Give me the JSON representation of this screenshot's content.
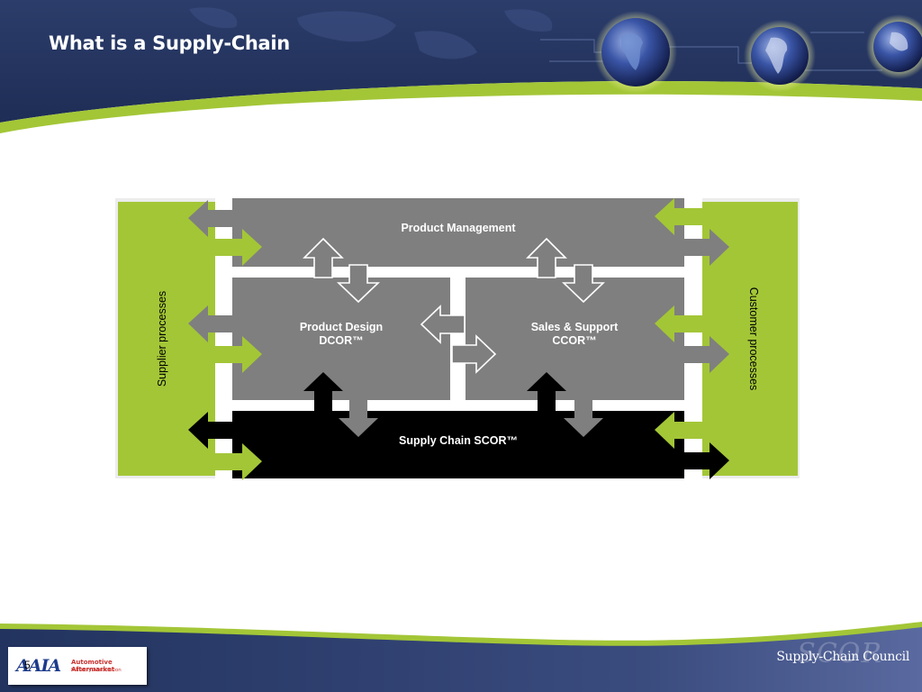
{
  "slide": {
    "title": "What is a Supply-Chain",
    "page_number": "5"
  },
  "diagram": {
    "top_box": "Product Management",
    "left_box_line1": "Product Design",
    "left_box_line2": "DCOR™",
    "right_box_line1": "Sales & Support",
    "right_box_line2": "CCOR™",
    "bottom_box": "Supply Chain SCOR™",
    "left_side_label": "Supplier processes",
    "right_side_label": "Customer processes"
  },
  "footer": {
    "aaia_mark": "AAIA",
    "aaia_line1": "Automotive Aftermarket",
    "aaia_line2": "Industry Association",
    "scor_watermark": "SCOR",
    "council_wordmark": "Supply-Chain Council"
  },
  "colors": {
    "navy": "#23335f",
    "lime": "#a3c637",
    "gray_box": "#7f7f7f",
    "black_box": "#000000"
  }
}
